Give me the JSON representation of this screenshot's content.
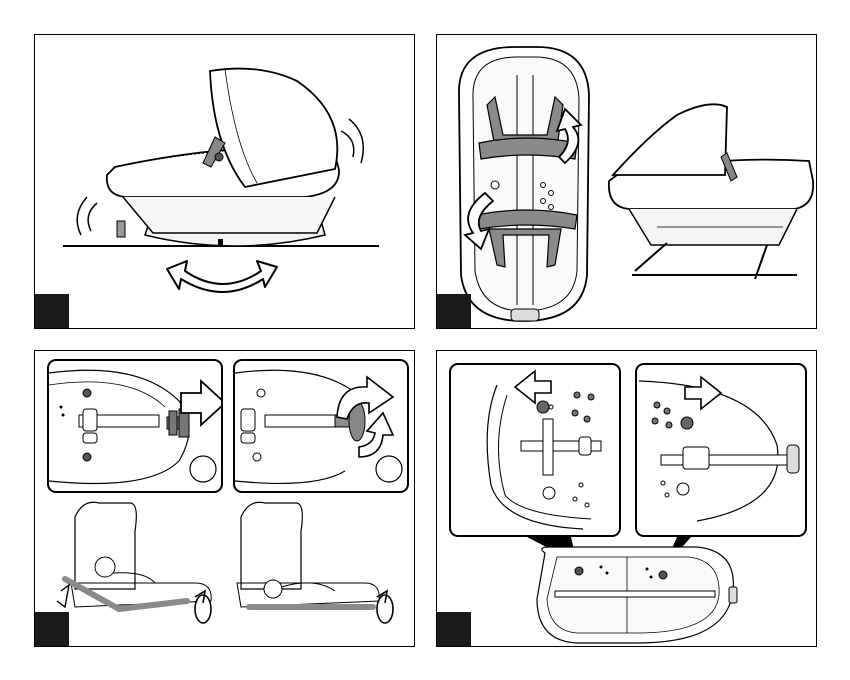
{
  "document": {
    "kind": "instruction-manual-page",
    "panels": [
      {
        "id": "p1",
        "illustration": "carrycot-rocking",
        "icons": [
          "rocking-arrow-icon",
          "motion-lines-icon"
        ]
      },
      {
        "id": "p2",
        "illustration": "carrycot-legs-fold",
        "icons": [
          "rotate-arrow-icon"
        ]
      },
      {
        "id": "p3",
        "illustration": "backrest-knob-adjust",
        "icons": [
          "push-arrow-icon",
          "rotate-arrow-icon"
        ]
      },
      {
        "id": "p4",
        "illustration": "sliding-buttons",
        "icons": [
          "left-arrow-icon",
          "right-arrow-icon"
        ]
      }
    ],
    "colors": {
      "line": "#000000",
      "step_box": "#1a1a1a",
      "shade": "#9a9a9a",
      "light": "#f2f2f2"
    }
  }
}
